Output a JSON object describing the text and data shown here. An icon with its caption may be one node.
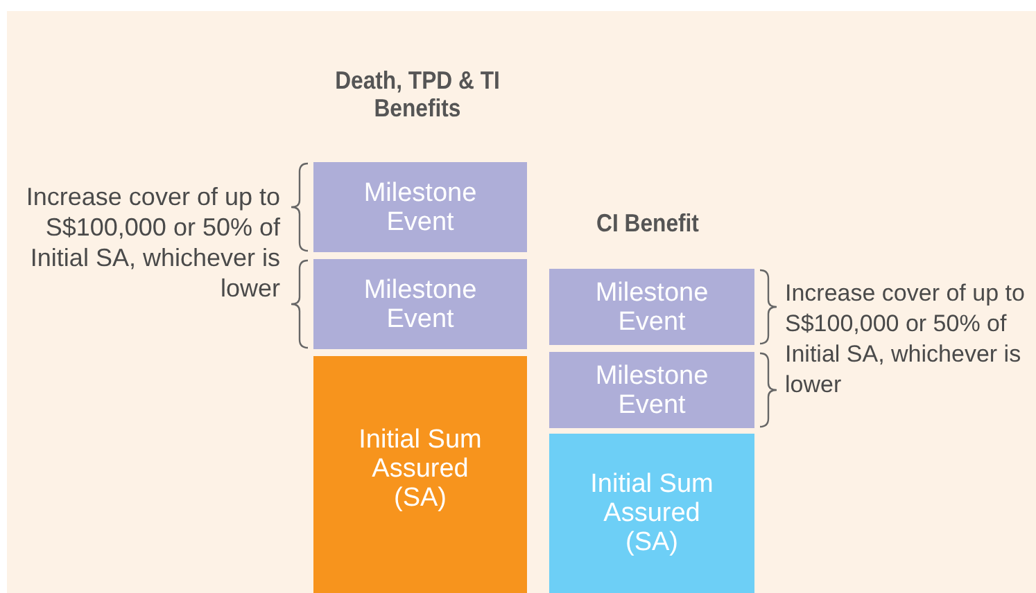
{
  "diagram": {
    "nodes": [
      {
        "text": [
          "Milestone Event"
        ]
      },
      {
        "text": [
          "Milestone Event"
        ]
      },
      {
        "text": [
          "Initial Sum Assured (SA)"
        ]
      },
      {
        "text": [
          "Milestone Event"
        ]
      },
      {
        "text": [
          "Milestone Event"
        ]
      },
      {
        "text": [
          "Initial Sum Assured (SA)"
        ]
      }
    ],
    "labels": [
      "Death, TPD & TI Benefits",
      "CI Benefit",
      "Increase cover of up to S$100,000 or 50% of Initial SA, whichever is lower",
      "Increase cover of up to S$100,000 or 50% of Initial SA, whichever is lower"
    ]
  }
}
